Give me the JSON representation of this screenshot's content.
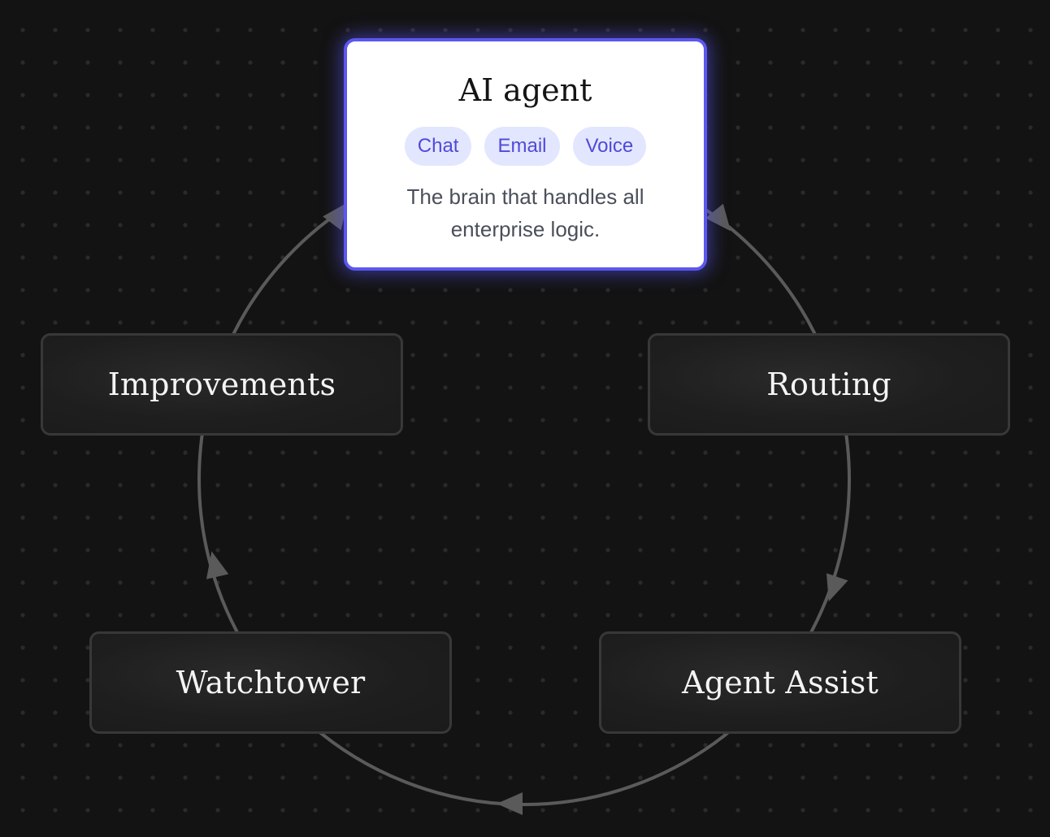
{
  "focus_node": {
    "title": "AI agent",
    "tags": [
      "Chat",
      "Email",
      "Voice"
    ],
    "description": "The brain that handles all enterprise logic.",
    "accent_color": "#5b57f0",
    "tag_background": "#e3e6ff",
    "tag_text_color": "#4f4ad8"
  },
  "nodes": {
    "routing": "Routing",
    "agent_assist": "Agent Assist",
    "watchtower": "Watchtower",
    "improvements": "Improvements"
  },
  "colors": {
    "background": "#131313",
    "node_fill": "#1e1e1e",
    "node_border": "#383838",
    "connector": "#5a5a5a"
  }
}
